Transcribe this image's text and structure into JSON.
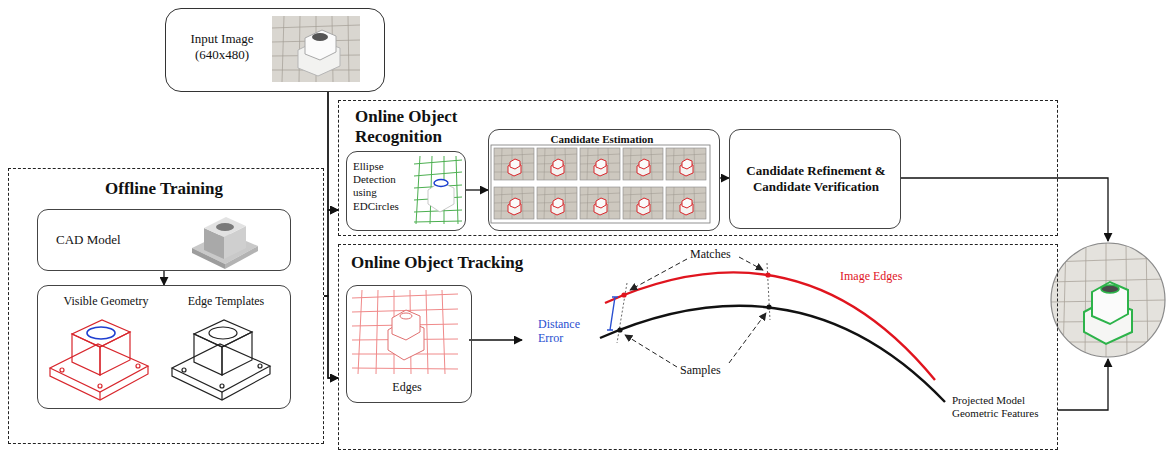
{
  "diagram": {
    "nodes": [
      {
        "text": [
          "Input Image (640x480)"
        ]
      },
      {
        "text": [
          "Offline Training"
        ]
      },
      {
        "text": [
          "CAD Model"
        ],
        "in": 1
      },
      {
        "text": [
          "Visible Geometry",
          "Edge Templates"
        ],
        "in": 1
      },
      {
        "text": [
          "Online Object Recognition"
        ]
      },
      {
        "text": [
          "Ellipse Detection using EDCircles"
        ],
        "in": 4
      },
      {
        "text": [
          "Candidate Estimation"
        ],
        "in": 4
      },
      {
        "text": [
          "Candidate Refinement & Candidate Verification"
        ],
        "in": 4
      },
      {
        "text": [
          "Online Object Tracking"
        ]
      },
      {
        "text": [
          "Edges"
        ],
        "in": 8
      }
    ],
    "edges": [
      {
        "from": 0,
        "to": 4,
        "arrow": "to"
      },
      {
        "from": 0,
        "to": 8,
        "arrow": "to"
      },
      {
        "from": 1,
        "to": 4,
        "arrow": "to"
      },
      {
        "from": 1,
        "to": 8,
        "arrow": "to"
      },
      {
        "from": 2,
        "to": 3,
        "arrow": "to"
      },
      {
        "from": 5,
        "to": 6,
        "arrow": "to"
      },
      {
        "from": 6,
        "to": 7,
        "arrow": "to"
      }
    ],
    "labels": [
      "Matches",
      "Image Edges",
      "Distance Error",
      "Samples",
      "Projected Model Geometric Features"
    ]
  }
}
